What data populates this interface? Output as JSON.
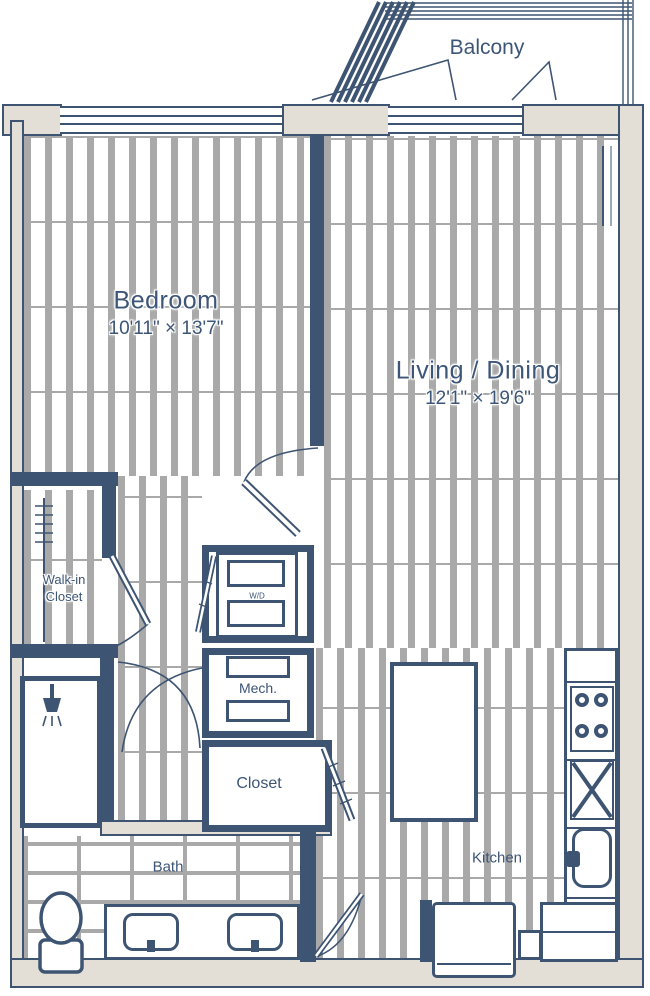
{
  "colors": {
    "line": "#3d5472",
    "wall_fill": "#e3dfd6",
    "floor_line": "#a9a9a9",
    "label": "#3d5577",
    "background": "#ffffff"
  },
  "rooms": {
    "balcony": {
      "label": "Balcony"
    },
    "bedroom": {
      "label": "Bedroom",
      "dimensions": "10'11\" × 13'7\""
    },
    "living_dining": {
      "label": "Living / Dining",
      "dimensions": "12'1\" × 19'6\""
    },
    "walk_in_closet": {
      "label": "Walk-in Closet"
    },
    "mech": {
      "label": "Mech."
    },
    "closet": {
      "label": "Closet"
    },
    "bath": {
      "label": "Bath"
    },
    "kitchen": {
      "label": "Kitchen"
    }
  },
  "fixtures": {
    "washer_dryer_label": "W/D"
  }
}
